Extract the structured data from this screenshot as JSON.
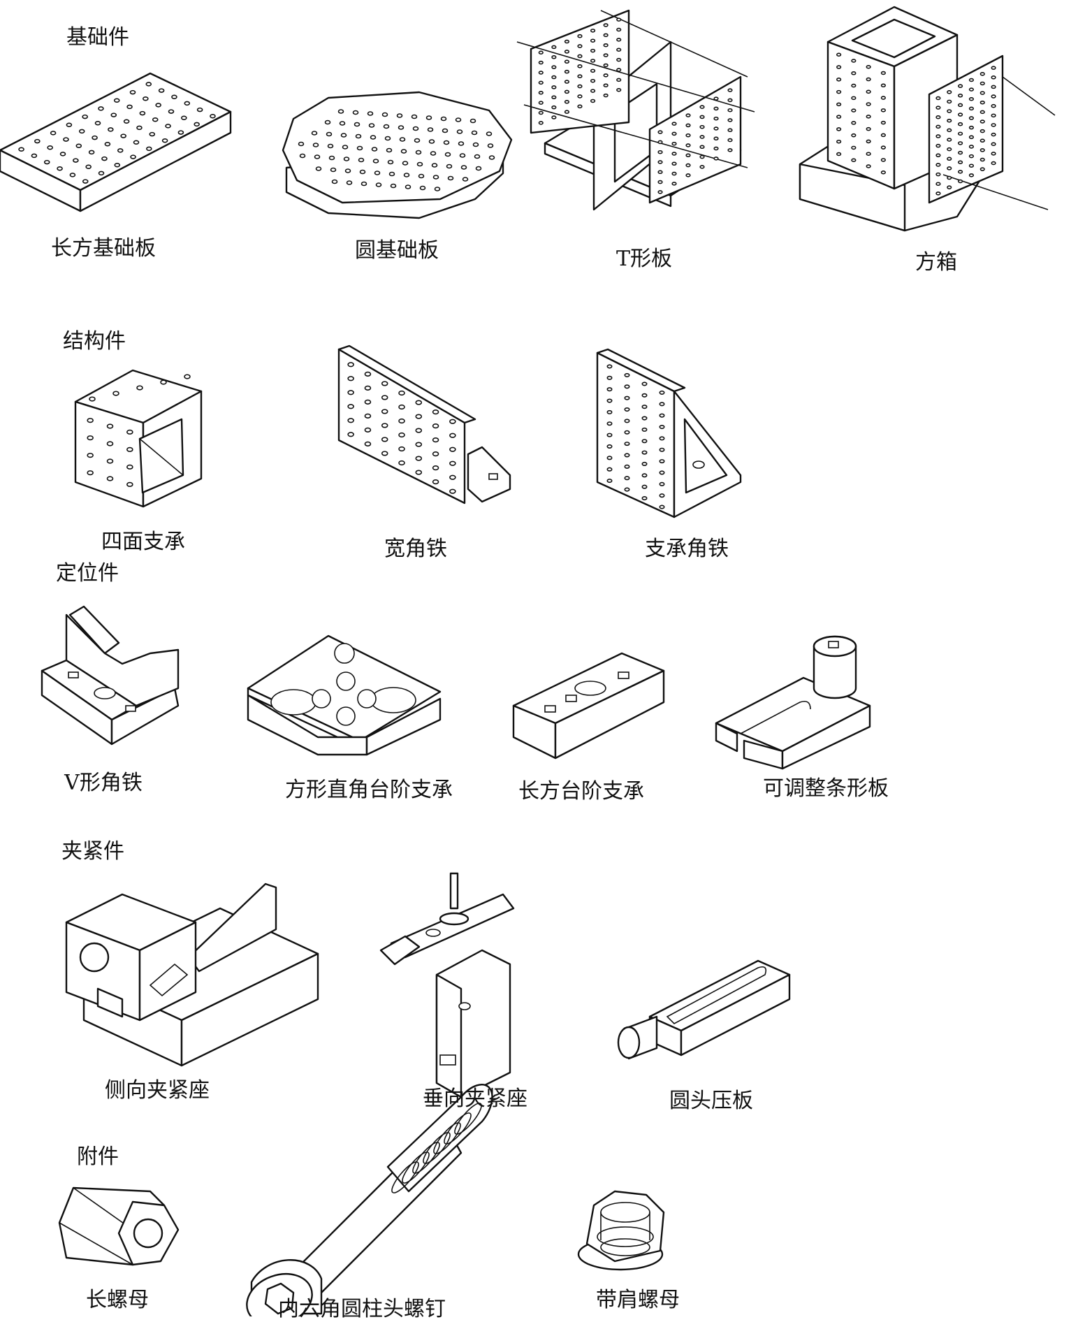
{
  "sections": {
    "base": {
      "title": "基础件",
      "items": [
        "长方基础板",
        "圆基础板",
        "T形板",
        "方箱"
      ]
    },
    "structure": {
      "title": "结构件",
      "items": [
        "四面支承",
        "宽角铁",
        "支承角铁"
      ]
    },
    "locate": {
      "title": "定位件",
      "items": [
        "V形角铁",
        "方形直角台阶支承",
        "长方台阶支承",
        "可调整条形板"
      ]
    },
    "clamp": {
      "title": "夹紧件",
      "items": [
        "侧向夹紧座",
        "垂向夹紧座",
        "圆头压板"
      ]
    },
    "accessory": {
      "title": "附件",
      "items": [
        "长螺母",
        "内六角圆柱头螺钉",
        "带肩螺母"
      ]
    }
  }
}
